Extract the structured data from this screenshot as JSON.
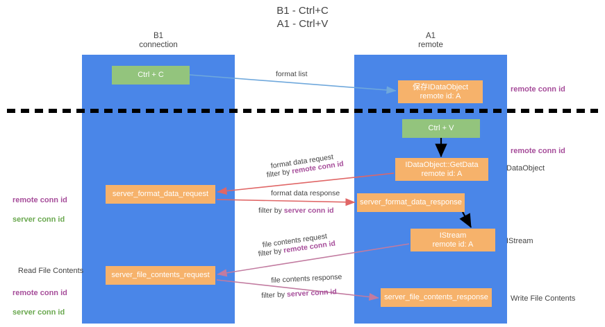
{
  "title": "B1 - Ctrl+C\nA1 - Ctrl+V",
  "lanes": {
    "left": {
      "name": "B1",
      "role": "connection",
      "header": "B1\nconnection"
    },
    "right": {
      "name": "A1",
      "role": "remote",
      "header": "A1\nremote"
    }
  },
  "nodes": {
    "ctrl_c": "Ctrl + C",
    "ctrl_v": "Ctrl + V",
    "data_object": "保存IDataObject\nremote id: A",
    "get_data": "IDataObject::GetData\nremote id: A",
    "istream": "IStream\nremote id: A",
    "server_format_data_request": "server_format_data_request",
    "server_format_data_response": "server_format_data_response",
    "server_file_contents_request": "server_file_contents_request",
    "server_file_contents_response": "server_file_contents_response"
  },
  "channel_labels": {
    "format_list": "format list",
    "format_data_request": "format data request",
    "format_data_request_filter_prefix": "filter by ",
    "format_data_request_filter_key": "remote conn id",
    "format_data_response": "format data response",
    "format_data_response_filter_prefix": "filter by ",
    "format_data_response_filter_key": "server conn id",
    "file_contents_request": "file contents request",
    "file_contents_request_filter_prefix": "filter by ",
    "file_contents_request_filter_key": "remote conn id",
    "file_contents_response": "file contents response",
    "file_contents_response_filter_prefix": "filter by ",
    "file_contents_response_filter_key": "server conn id"
  },
  "annotations": {
    "right_remote_conn_id_top": "remote conn id",
    "right_remote_conn_id_mid": "remote conn id",
    "right_dataobject": "DataObject",
    "right_istream": "IStream",
    "right_write_file_contents": "Write File Contents",
    "left_remote_conn_id_top": "remote conn id",
    "left_server_conn_id_top": "server conn id",
    "left_read_file_contents": "Read File Contents",
    "left_remote_conn_id_bottom": "remote conn id",
    "left_server_conn_id_bottom": "server conn id"
  },
  "colors": {
    "lane_blue": "#4a86e8",
    "node_orange": "#f6b26b",
    "node_green": "#93c47d",
    "key_magenta": "#a64d9a",
    "key_green": "#6aa84f",
    "arrow_lightblue": "#6fa8dc",
    "arrow_red": "#e06666",
    "arrow_magenta": "#c27ba0",
    "arrow_black": "#000000",
    "text_dark": "#434343"
  }
}
